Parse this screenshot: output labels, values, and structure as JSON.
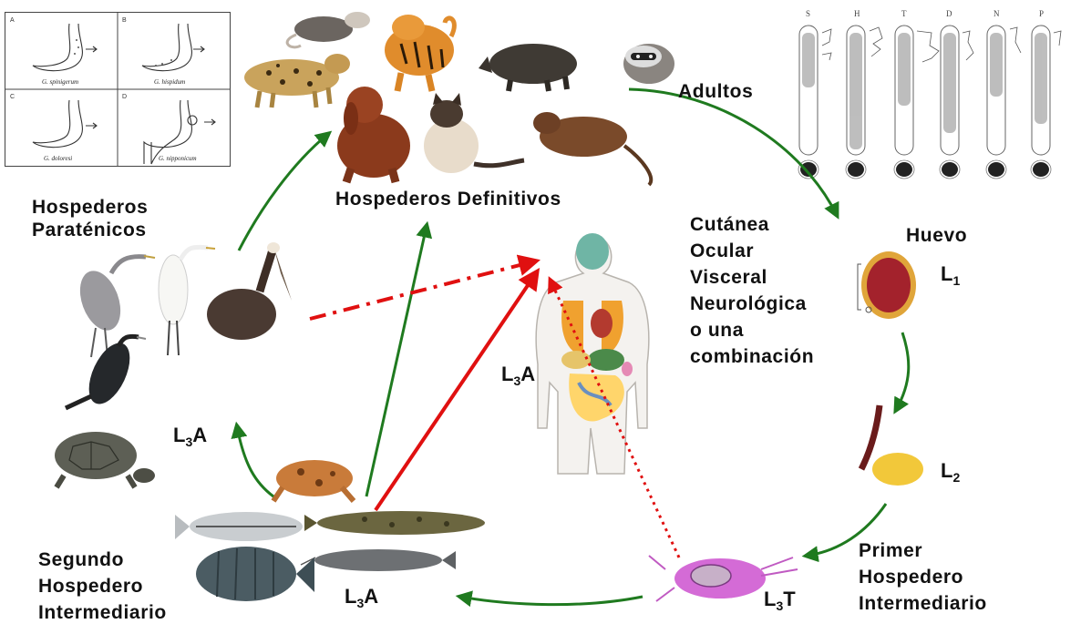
{
  "labels": {
    "parateniccos_line1": "Hospederos",
    "parateniccos_line2": "Paraténicos",
    "definitivos": "Hospederos Definitivos",
    "adultos": "Adultos",
    "huevo": "Huevo",
    "forms": [
      "Cutánea",
      "Ocular",
      "Visceral",
      "Neurológica",
      "o una",
      "combinación"
    ],
    "primer": [
      "Primer",
      "Hospedero",
      "Intermediario"
    ],
    "segundo": [
      "Segundo",
      "Hospedero",
      "Intermediario"
    ]
  },
  "stages": {
    "l1": {
      "base": "L",
      "sub": "1"
    },
    "l2": {
      "base": "L",
      "sub": "2"
    },
    "l3t": {
      "base": "L",
      "sub": "3",
      "suffix": "T"
    },
    "l3a_left": {
      "base": "L",
      "sub": "3",
      "suffix": "A"
    },
    "l3a_bottom": {
      "base": "L",
      "sub": "3",
      "suffix": "A"
    },
    "l3a_center": {
      "base": "L",
      "sub": "3",
      "suffix": "A"
    }
  },
  "stomach_panels": [
    {
      "letter": "A",
      "caption": "G. spinigerum"
    },
    {
      "letter": "B",
      "caption": "G. hispidum"
    },
    {
      "letter": "C",
      "caption": "G. doloresi"
    },
    {
      "letter": "D",
      "caption": "G. nipponicum"
    }
  ],
  "worm_letters": [
    "S",
    "H",
    "T",
    "D",
    "N",
    "P"
  ],
  "colors": {
    "green_arrow": "#1f7a1f",
    "red_arrow": "#e01010",
    "egg": "#a3222c",
    "egg_shell": "#e0a53a",
    "snail": "#d46bd6"
  }
}
